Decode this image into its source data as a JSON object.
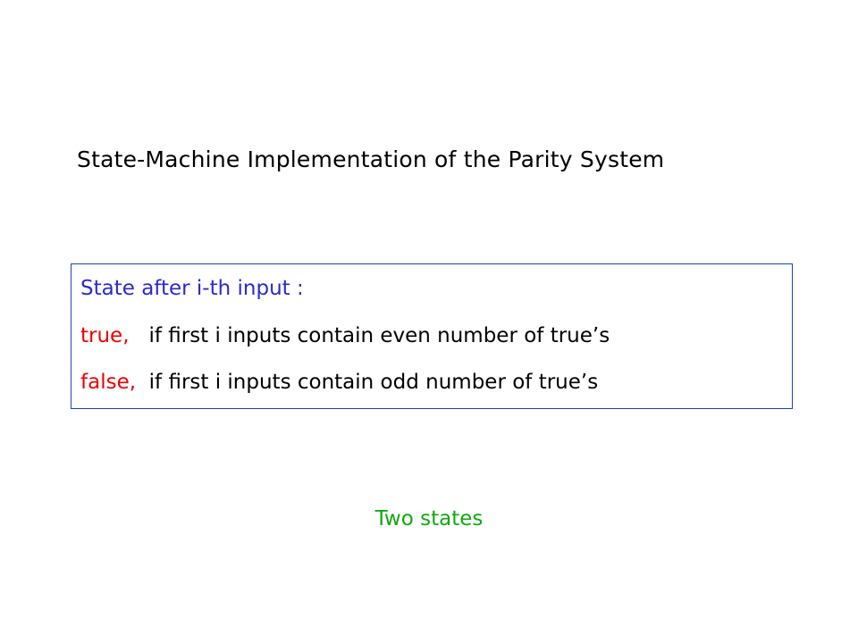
{
  "slide": {
    "title": "State-Machine Implementation of the Parity System",
    "box": {
      "heading": "State after i-th input :",
      "rows": [
        {
          "keyword": "true,",
          "spacer": "   ",
          "description": "if first i inputs contain even number of true’s"
        },
        {
          "keyword": "false,",
          "spacer": "  ",
          "description": "if first i inputs contain odd number of true’s"
        }
      ]
    },
    "footer": "Two states",
    "colors": {
      "heading": "#2a2ad0",
      "keyword": "#ee0000",
      "footer": "#11a811",
      "box_border": "#1f3fc8"
    }
  }
}
